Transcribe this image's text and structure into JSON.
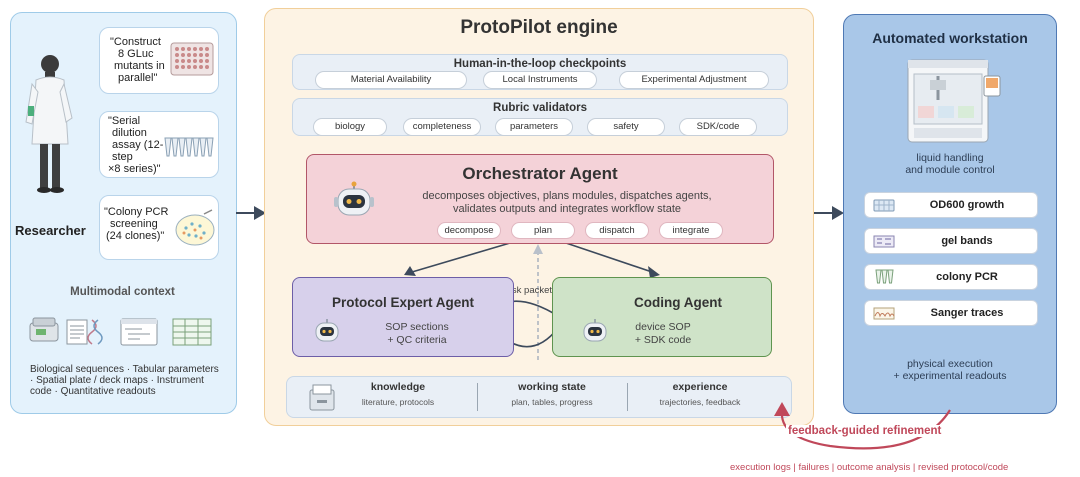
{
  "researcher": {
    "label": "Researcher",
    "quotes": [
      [
        "\"Construct",
        "8 GLuc",
        "mutants in",
        "parallel\""
      ],
      [
        "\"Serial",
        "dilution",
        "assay (12-",
        "step",
        "×8 series)\""
      ],
      [
        "\"Colony PCR",
        "screening",
        "(24 clones)\""
      ]
    ],
    "context_title": "Multimodal context",
    "context_lines": [
      "Biological sequences · Tabular parameters",
      "· Spatial plate / deck maps · Instrument",
      "code · Quantitative readouts"
    ]
  },
  "engine": {
    "title": "ProtoPilot engine",
    "checkpoints": {
      "title": "Human-in-the-loop checkpoints",
      "items": [
        "Material Availability",
        "Local Instruments",
        "Experimental Adjustment"
      ]
    },
    "validators": {
      "title": "Rubric validators",
      "items": [
        "biology",
        "completeness",
        "parameters",
        "safety",
        "SDK/code"
      ]
    },
    "orchestrator": {
      "title": "Orchestrator Agent",
      "desc": [
        "decomposes objectives, plans modules, dispatches agents,",
        "validates outputs and integrates workflow state"
      ],
      "steps": [
        "decompose",
        "plan",
        "dispatch",
        "integrate"
      ]
    },
    "task_packets": "task packets",
    "protocol_agent": {
      "title": "Protocol Expert Agent",
      "desc": [
        "SOP sections",
        "+ QC criteria"
      ]
    },
    "coding_agent": {
      "title": "Coding Agent",
      "desc": [
        "device SOP",
        "+ SDK code"
      ]
    },
    "memory": [
      {
        "title": "knowledge",
        "sub": "literature, protocols"
      },
      {
        "title": "working state",
        "sub": "plan, tables, progress"
      },
      {
        "title": "experience",
        "sub": "trajectories, feedback"
      }
    ]
  },
  "workstation": {
    "title": "Automated workstation",
    "caption": [
      "liquid handling",
      "and module control"
    ],
    "readouts": [
      "OD600 growth",
      "gel bands",
      "colony PCR",
      "Sanger traces"
    ],
    "footer": [
      "physical execution",
      "+ experimental readouts"
    ]
  },
  "feedback": {
    "title": "feedback-guided refinement",
    "subtitle": "execution logs | failures | outcome analysis | revised protocol/code"
  },
  "colors": {
    "left_panel": "#e4f2fc",
    "engine_panel": "#fdf3e4",
    "right_panel": "#a9c7e8",
    "orchestrator": "#f4d2d8",
    "protocol_agent": "#d7d0eb",
    "coding_agent": "#cfe3c8",
    "feedback": "#c0485a",
    "arrow": "#3d4a5c"
  }
}
